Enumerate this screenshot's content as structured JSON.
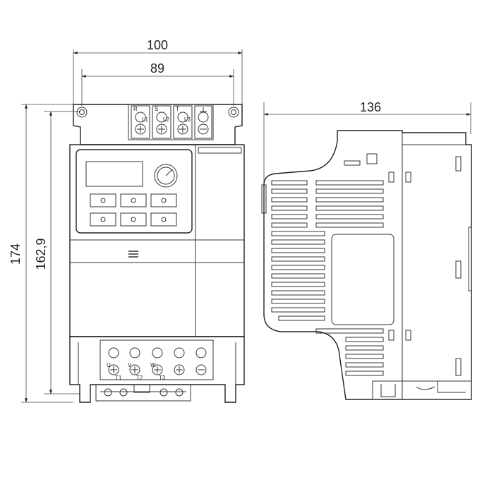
{
  "dimensions": {
    "overall_width": "100",
    "mounting_width": "89",
    "overall_height": "174",
    "mounting_height": "162,9",
    "depth": "136"
  },
  "front_terminals_top": {
    "labels": [
      "R",
      "L1",
      "S",
      "L2",
      "T",
      "L3"
    ]
  },
  "front_terminals_bottom": {
    "labels": [
      "U",
      "T1",
      "V",
      "T2",
      "W",
      "T3"
    ]
  }
}
